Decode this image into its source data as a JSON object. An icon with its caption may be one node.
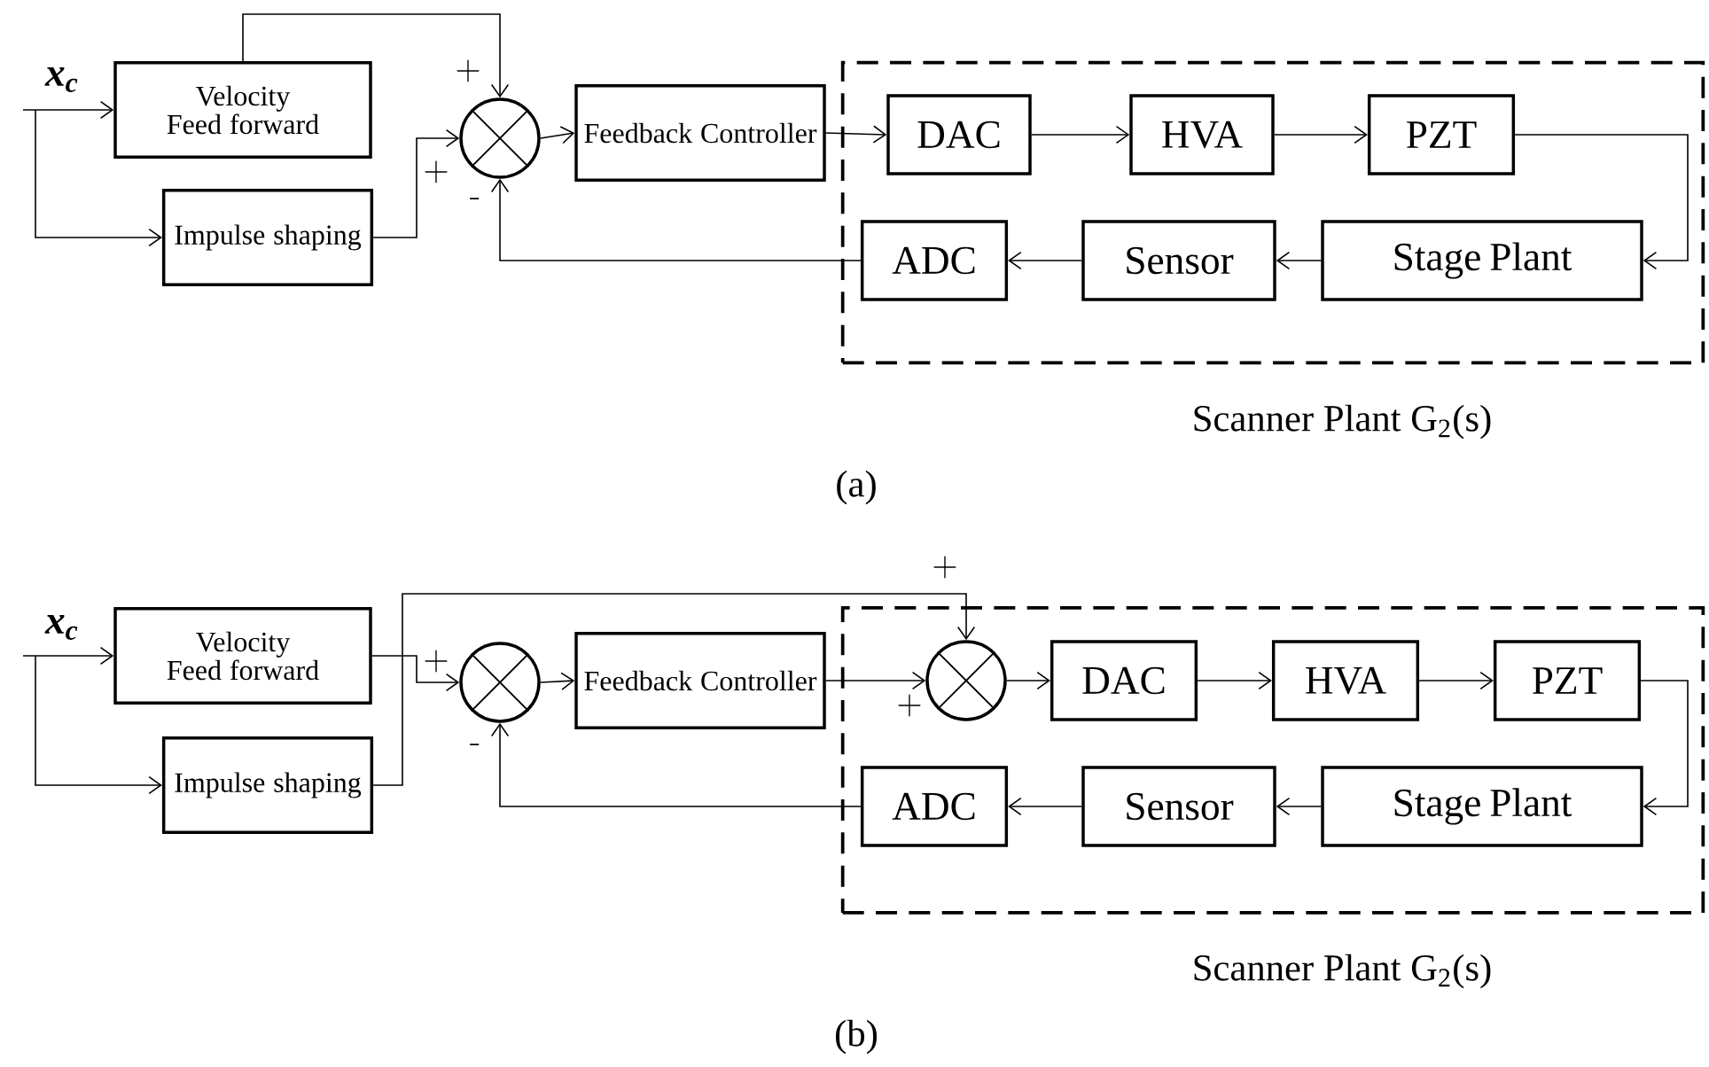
{
  "diagram": {
    "nodes": [
      {
        "text": [
          "Velocity Feed forward"
        ]
      },
      {
        "text": [
          "Impulse shaping"
        ]
      },
      {
        "text": [],
        "shape": "circle"
      },
      {
        "text": [
          "Feedback Controller"
        ]
      },
      {
        "text": [
          "Scanner Plant G$_{2}$(s)"
        ]
      },
      {
        "text": [
          "DAC"
        ],
        "in": 4
      },
      {
        "text": [
          "HVA"
        ],
        "in": 4
      },
      {
        "text": [
          "PZT"
        ],
        "in": 4
      },
      {
        "text": [
          "Stage Plant"
        ],
        "in": 4
      },
      {
        "text": [
          "Sensor"
        ],
        "in": 4
      },
      {
        "text": [
          "ADC"
        ],
        "in": 4
      },
      {
        "text": [
          "Velocity Feed forward"
        ]
      },
      {
        "text": [
          "Impulse shaping"
        ]
      },
      {
        "text": [],
        "shape": "circle"
      },
      {
        "text": [
          "Feedback Controller"
        ]
      },
      {
        "text": [
          "Scanner Plant G$_{2}$(s)"
        ]
      },
      {
        "text": [],
        "shape": "circle",
        "in": 15
      },
      {
        "text": [
          "DAC"
        ],
        "in": 15
      },
      {
        "text": [
          "HVA"
        ],
        "in": 15
      },
      {
        "text": [
          "PZT"
        ],
        "in": 15
      },
      {
        "text": [
          "Stage Plant"
        ],
        "in": 15
      },
      {
        "text": [
          "Sensor"
        ],
        "in": 15
      },
      {
        "text": [
          "ADC"
        ],
        "in": 15
      }
    ],
    "edges": [
      {
        "from": null,
        "to": 0,
        "arrow": "to"
      },
      {
        "from": null,
        "to": 1,
        "arrow": "to"
      },
      {
        "from": 0,
        "to": 2,
        "arrow": "to",
        "label": "+"
      },
      {
        "from": 1,
        "to": 2,
        "arrow": "to",
        "label": "+"
      },
      {
        "from": 2,
        "to": 3,
        "arrow": "to"
      },
      {
        "from": 3,
        "to": 5,
        "arrow": "to"
      },
      {
        "from": 5,
        "to": 6,
        "arrow": "to"
      },
      {
        "from": 6,
        "to": 7,
        "arrow": "to"
      },
      {
        "from": 7,
        "to": 8,
        "arrow": "to"
      },
      {
        "from": 8,
        "to": 9,
        "arrow": "to"
      },
      {
        "from": 9,
        "to": 10,
        "arrow": "to"
      },
      {
        "from": 10,
        "to": 2,
        "arrow": "to",
        "label": "-"
      },
      {
        "from": null,
        "to": 11,
        "arrow": "to"
      },
      {
        "from": null,
        "to": 12,
        "arrow": "to"
      },
      {
        "from": 11,
        "to": 13,
        "arrow": "to",
        "label": "+"
      },
      {
        "from": 12,
        "to": 16,
        "arrow": "to",
        "label": "+"
      },
      {
        "from": 13,
        "to": 14,
        "arrow": "to"
      },
      {
        "from": 14,
        "to": 16,
        "arrow": "to",
        "label": "+"
      },
      {
        "from": 16,
        "to": 17,
        "arrow": "to"
      },
      {
        "from": 17,
        "to": 18,
        "arrow": "to"
      },
      {
        "from": 18,
        "to": 19,
        "arrow": "to"
      },
      {
        "from": 19,
        "to": 20,
        "arrow": "to"
      },
      {
        "from": 20,
        "to": 21,
        "arrow": "to"
      },
      {
        "from": 21,
        "to": 22,
        "arrow": "to"
      },
      {
        "from": 22,
        "to": 13,
        "arrow": "to",
        "label": "-"
      }
    ],
    "labels": [
      "x$_{c}$",
      "(a)",
      "x$_{c}$",
      "(b)"
    ]
  }
}
